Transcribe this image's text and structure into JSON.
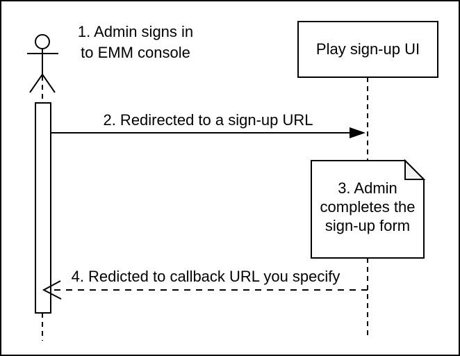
{
  "diagram_type": "sequence-diagram",
  "colors": {
    "stroke": "#000000",
    "background": "#ffffff",
    "shape_fill": "#ffffff",
    "note_fold_fill": "#f2f2f2",
    "text": "#000000"
  },
  "lifelines": [
    {
      "id": "admin-actor",
      "type": "actor"
    },
    {
      "id": "play-signup-ui",
      "type": "participant",
      "label": "Play sign-up UI"
    }
  ],
  "messages": [
    {
      "step": 1,
      "kind": "annotation",
      "label": "1. Admin signs in\nto EMM console"
    },
    {
      "step": 2,
      "kind": "solid-arrow",
      "from": "admin-actor",
      "to": "play-signup-ui",
      "label": "2. Redirected to a sign-up URL"
    },
    {
      "step": 3,
      "kind": "note",
      "on": "play-signup-ui",
      "label": "3. Admin\ncompletes the\nsign-up form"
    },
    {
      "step": 4,
      "kind": "dashed-arrow",
      "from": "play-signup-ui",
      "to": "admin-actor",
      "label": "4. Redicted to callback URL you specify"
    }
  ]
}
